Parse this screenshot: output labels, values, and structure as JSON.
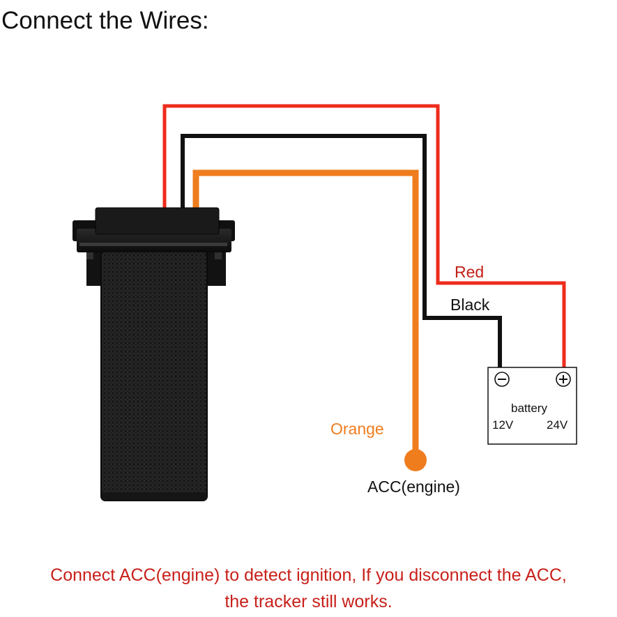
{
  "title": "Connect the Wires:",
  "wires": {
    "red": {
      "label": "Red",
      "color": "#ee2b1c",
      "label_color": "#c21e14"
    },
    "black": {
      "label": "Black",
      "color": "#111111",
      "label_color": "#111111"
    },
    "orange": {
      "label": "Orange",
      "color": "#ef7d1e",
      "label_color": "#ef7d1e"
    }
  },
  "battery": {
    "label": "battery",
    "voltage_low": "12V",
    "voltage_high": "24V",
    "negative_icon": "minus-circle-icon",
    "positive_icon": "plus-circle-icon"
  },
  "acc_label": "ACC(engine)",
  "note": {
    "line1": "Connect ACC(engine) to detect ignition, If you disconnect the ACC,",
    "line2": "the tracker still works.",
    "color": "#c8201a"
  },
  "device_icon": "gps-tracker-device-icon"
}
